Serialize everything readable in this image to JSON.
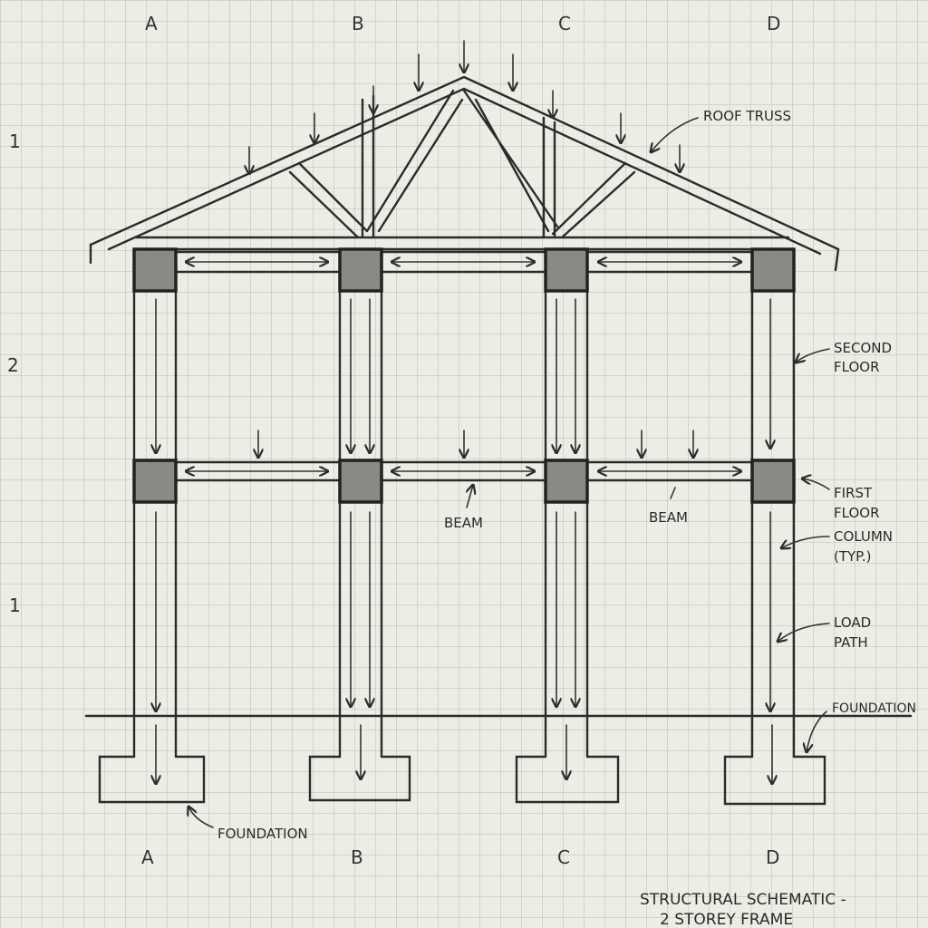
{
  "grid_letters_top": [
    "A",
    "B",
    "C",
    "D"
  ],
  "grid_letters_bottom": [
    "A",
    "B",
    "C",
    "D"
  ],
  "level_numbers": [
    "1",
    "2",
    "1"
  ],
  "labels": {
    "roof_truss": "ROOF TRUSS",
    "second_floor": [
      "SECOND",
      "FLOOR"
    ],
    "first_floor": [
      "FIRST",
      "FLOOR"
    ],
    "column": [
      "COLUMN",
      "(TYP.)"
    ],
    "load_path": [
      "LOAD",
      "PATH"
    ],
    "foundation_right": "FOUNDATION",
    "foundation_bottom": "FOUNDATION",
    "beam_left": "BEAM",
    "beam_right": "BEAM"
  },
  "title": [
    "STRUCTURAL SCHEMATIC -",
    "2 STOREY FRAME"
  ],
  "colors": {
    "paper": "#eeede5",
    "grid": "#b9b9b3",
    "ink": "#2b2b2b",
    "node_fill": "#8a8a85"
  }
}
